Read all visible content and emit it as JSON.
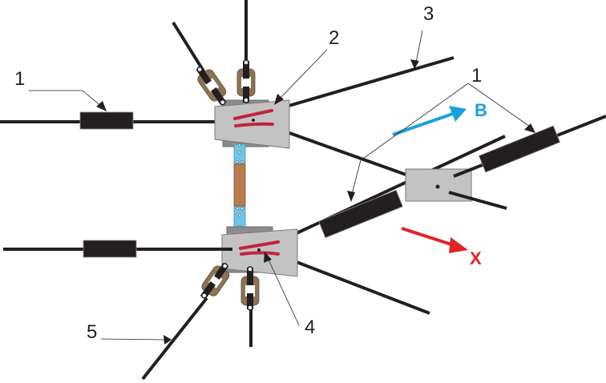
{
  "figure": {
    "labels": {
      "label_1_left": "1",
      "label_1_right": "1",
      "label_2": "2",
      "label_3": "3",
      "label_4": "4",
      "label_5": "5"
    },
    "vectors": {
      "b_field": {
        "label": "B",
        "color": "#1aa0e0"
      },
      "x_axis": {
        "label": "X",
        "color": "#e02424"
      }
    },
    "colors": {
      "wire": "#231f20",
      "block": "#c3c3c3",
      "fiber": "#c4233f",
      "link": "#8b7355",
      "sample_end": "#6cc4ea",
      "sample_middle": "#b87c4f"
    }
  }
}
